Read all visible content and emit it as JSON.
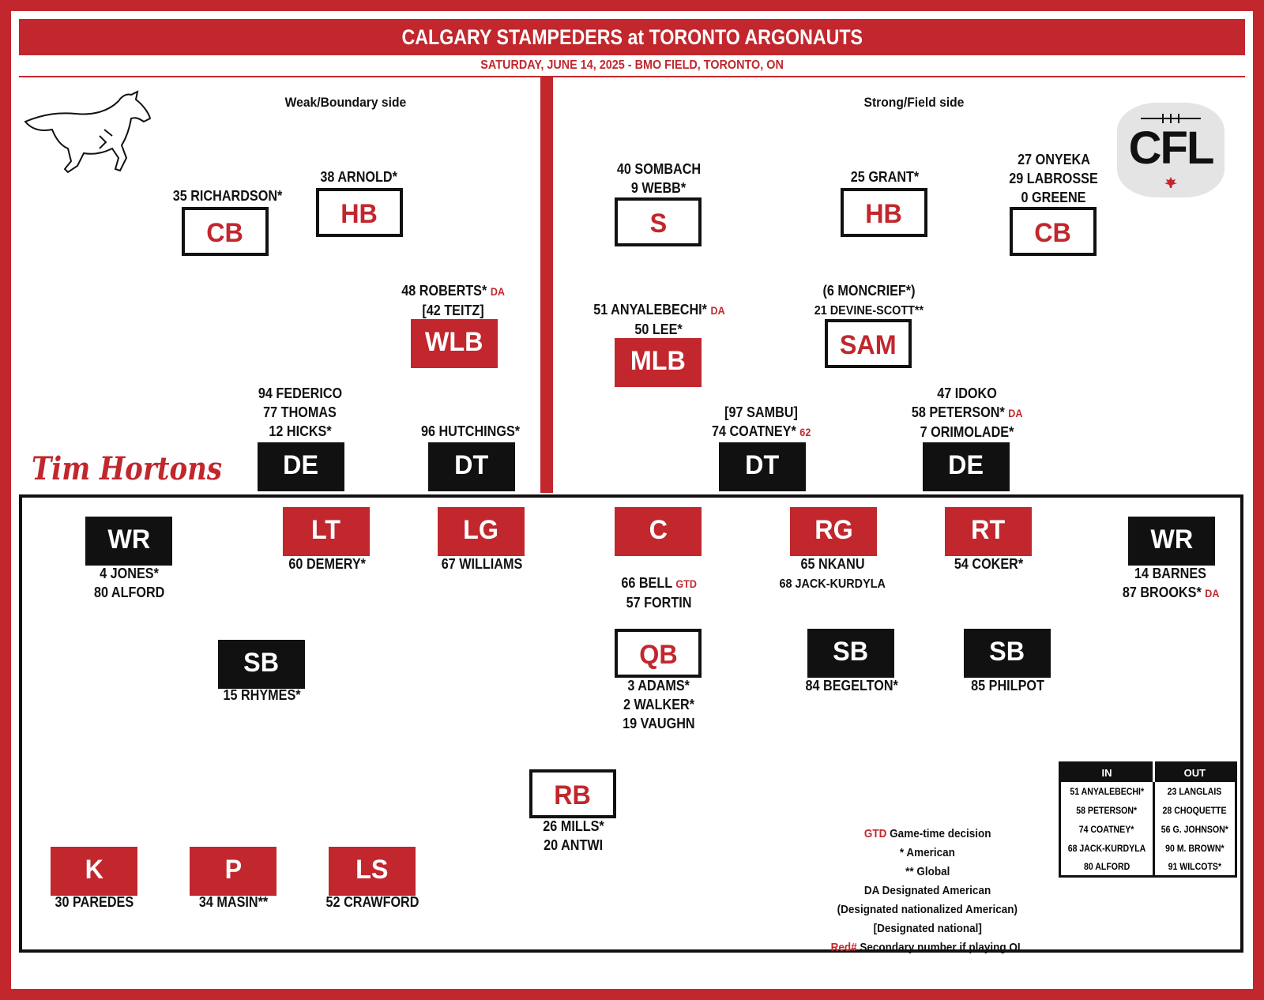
{
  "header": {
    "title": "CALGARY STAMPEDERS at TORONTO ARGONAUTS",
    "subtitle": "SATURDAY, JUNE 14, 2025 - BMO FIELD, TORONTO, ON"
  },
  "sides": {
    "weak": "Weak/Boundary side",
    "strong": "Strong/Field side"
  },
  "logos": {
    "cfl": "CFL",
    "sponsor": "Tim Hortons"
  },
  "defense": {
    "cb_left": {
      "pos": "CB",
      "lines": [
        "35 RICHARDSON*"
      ]
    },
    "hb_left": {
      "pos": "HB",
      "lines": [
        "38 ARNOLD*"
      ]
    },
    "s": {
      "pos": "S",
      "lines": [
        "40 SOMBACH",
        "9 WEBB*"
      ]
    },
    "hb_right": {
      "pos": "HB",
      "lines": [
        "25 GRANT*"
      ]
    },
    "cb_right": {
      "pos": "CB",
      "lines": [
        "27 ONYEKA",
        "29 LABROSSE",
        "0 GREENE"
      ]
    },
    "wlb": {
      "pos": "WLB",
      "line1": "48 ROBERTS*",
      "line1_tag": "DA",
      "line2": "[42 TEITZ]"
    },
    "mlb": {
      "pos": "MLB",
      "line1": "51 ANYALEBECHI*",
      "line1_tag": "DA",
      "line2": "50 LEE*"
    },
    "sam": {
      "pos": "SAM",
      "line1": "(6 MONCRIEF*)",
      "line2": "21 DEVINE-SCOTT**"
    },
    "de_left": {
      "pos": "DE",
      "lines": [
        "94 FEDERICO",
        "77 THOMAS",
        "12 HICKS*"
      ]
    },
    "dt_left": {
      "pos": "DT",
      "lines": [
        "96 HUTCHINGS*"
      ]
    },
    "dt_right": {
      "pos": "DT",
      "line1": "[97 SAMBU]",
      "line2": "74 COATNEY*",
      "line2_tag": "62"
    },
    "de_right": {
      "pos": "DE",
      "line1": "47 IDOKO",
      "line2": "58 PETERSON*",
      "line2_tag": "DA",
      "line3": "7 ORIMOLADE*"
    }
  },
  "offense": {
    "wr_left": {
      "pos": "WR",
      "lines": [
        "4 JONES*",
        "80 ALFORD"
      ]
    },
    "lt": {
      "pos": "LT",
      "lines": [
        "60 DEMERY*"
      ]
    },
    "lg": {
      "pos": "LG",
      "lines": [
        "67 WILLIAMS"
      ]
    },
    "c": {
      "pos": "C",
      "line1": "66 BELL",
      "line1_tag": "GTD",
      "line2": "57 FORTIN"
    },
    "rg": {
      "pos": "RG",
      "lines": [
        "65 NKANU",
        "68 JACK-KURDYLA"
      ]
    },
    "rt": {
      "pos": "RT",
      "lines": [
        "54 COKER*"
      ]
    },
    "wr_right": {
      "pos": "WR",
      "line1": "14 BARNES",
      "line2": "87 BROOKS*",
      "line2_tag": "DA"
    },
    "sb_left": {
      "pos": "SB",
      "lines": [
        "15 RHYMES*"
      ]
    },
    "qb": {
      "pos": "QB",
      "lines": [
        "3 ADAMS*",
        "2 WALKER*",
        "19 VAUGHN"
      ]
    },
    "sb_mid": {
      "pos": "SB",
      "lines": [
        "84 BEGELTON*"
      ]
    },
    "sb_right": {
      "pos": "SB",
      "lines": [
        "85 PHILPOT"
      ]
    },
    "rb": {
      "pos": "RB",
      "lines": [
        "26 MILLS*",
        "20 ANTWI"
      ]
    }
  },
  "special_teams": {
    "k": {
      "pos": "K",
      "lines": [
        "30 PAREDES"
      ]
    },
    "p": {
      "pos": "P",
      "lines": [
        "34 MASIN**"
      ]
    },
    "ls": {
      "pos": "LS",
      "lines": [
        "52 CRAWFORD"
      ]
    }
  },
  "legend": {
    "gtd_key": "GTD",
    "gtd_text": "Game-time decision",
    "american": "* American",
    "global": "** Global",
    "da": "DA Designated American",
    "dna": "(Designated nationalized American)",
    "dn": "[Designated national]",
    "red_key": "Red#",
    "red_text": "Secondary number if playing OL"
  },
  "roster_changes": {
    "headers": [
      "IN",
      "OUT"
    ],
    "rows": [
      [
        "51 ANYALEBECHI*",
        "23 LANGLAIS"
      ],
      [
        "58 PETERSON*",
        "28 CHOQUETTE"
      ],
      [
        "74 COATNEY*",
        "56 G. JOHNSON*"
      ],
      [
        "68 JACK-KURDYLA",
        "90 M. BROWN*"
      ],
      [
        "80 ALFORD",
        "91 WILCOTS*"
      ]
    ]
  },
  "colors": {
    "accent_red": "#c1272d",
    "black": "#111111",
    "white": "#ffffff"
  }
}
